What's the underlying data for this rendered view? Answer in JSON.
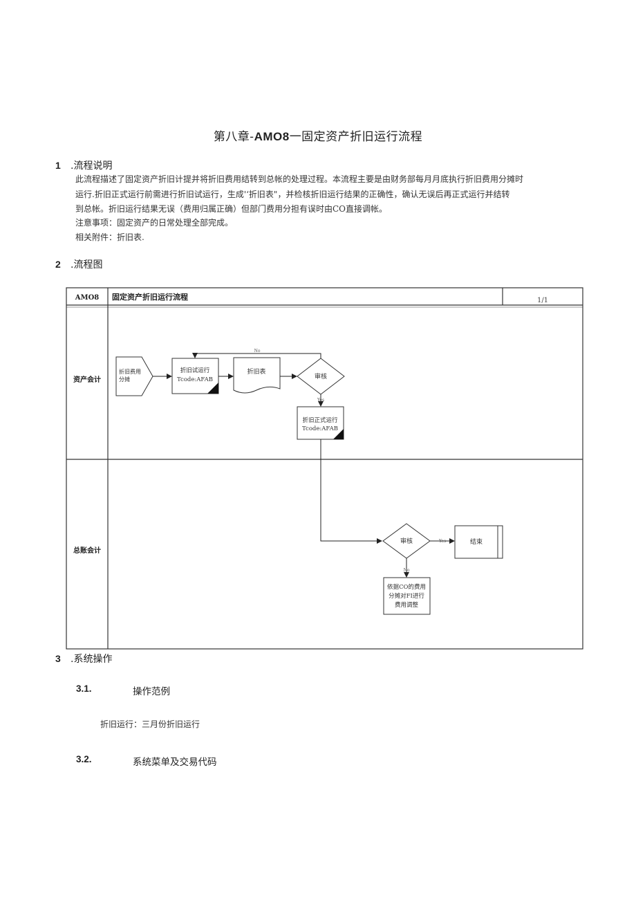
{
  "title": {
    "prefix": "第八章-",
    "code": "AMO8",
    "suffix": "一固定资产折旧运行流程"
  },
  "section1": {
    "number": "1",
    "heading": ".流程说明",
    "lines": [
      "此流程描述了固定资产折旧计提并将折旧费用结转到总帐的处理过程。本流程主要是由财务部每月月底执行折旧费用分摊时",
      "运行.折旧正式运行前需进行折旧试运行，生成'‘折旧表\"，并检核折旧运行结果的正确性，确认无误后再正式运行并结转",
      "到总帐。折旧运行结果无误（费用归属正确）但部门费用分担有误时由CO直接调帐。"
    ],
    "note": "注意事项：固定资产的日常处理全部完成。",
    "attachment": "相关附件：折旧表."
  },
  "section2": {
    "number": "2",
    "heading": ".流程图"
  },
  "flowchart": {
    "header_code": "AMO8",
    "header_title": "固定资产折旧运行流程",
    "page": "1/1",
    "lane1": "资产会计",
    "lane2": "总账会计",
    "start_node": [
      "折旧费用",
      "分摊"
    ],
    "trial_run": [
      "折旧试运行",
      "Tcode:AFAB"
    ],
    "report": "折旧表",
    "review1": "审核",
    "label_no_top": "No",
    "label_yes1": "Yes",
    "formal_run": [
      "折旧正式运行",
      "Tcode:AFAB"
    ],
    "review2": "审核",
    "label_yes2": "Yes",
    "end_node": "结束",
    "label_no2": "No",
    "adjust": [
      "依据CO的费用",
      "分摊对FI进行",
      "费用调整"
    ]
  },
  "section3": {
    "number": "3",
    "heading": ".系统操作",
    "sub1_number": "3.1.",
    "sub1_heading": "操作范例",
    "example": "折旧运行：三月份折旧运行",
    "sub2_number": "3.2.",
    "sub2_heading": "系统菜单及交易代码"
  }
}
